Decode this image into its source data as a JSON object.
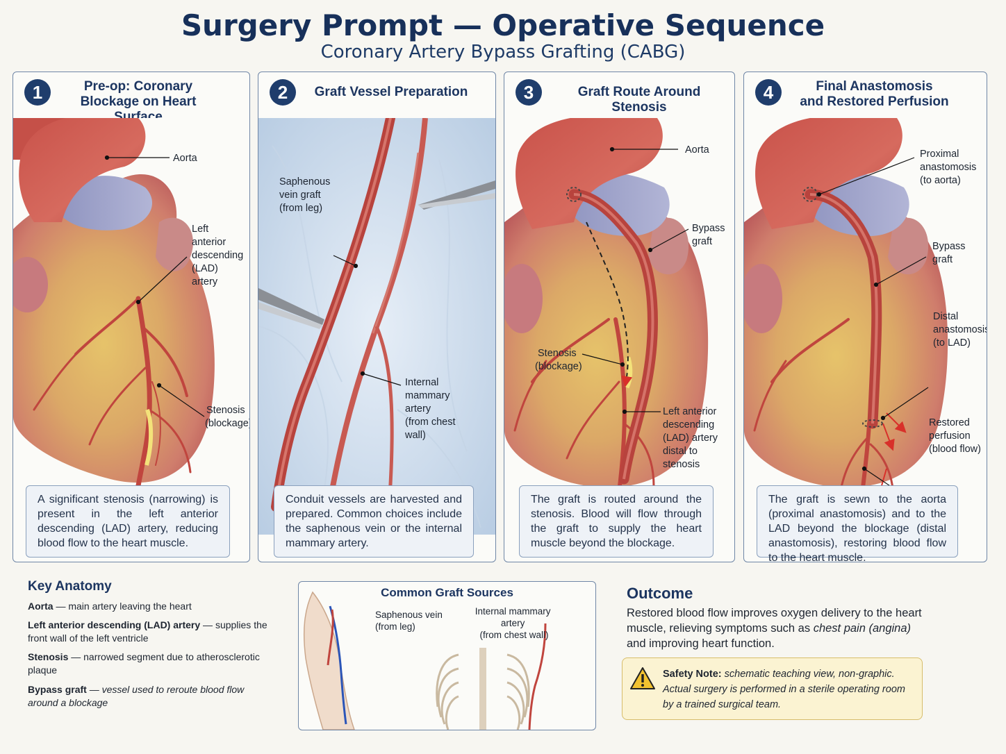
{
  "title": "Surgery Prompt — Operative Sequence",
  "subtitle": "Coronary Artery Bypass Grafting (CABG)",
  "panels": [
    {
      "number": "1",
      "title_line1": "Pre-op: Coronary",
      "title_line2": "Blockage on Heart Surface",
      "labels": {
        "aorta": "Aorta",
        "lad": [
          "Left",
          "anterior",
          "descending",
          "(LAD)",
          "artery"
        ],
        "stenosis": [
          "Stenosis",
          "(blockage)"
        ]
      },
      "caption": "A significant stenosis (narrowing) is present in the left anterior descending (LAD) artery, reducing blood flow to the heart muscle."
    },
    {
      "number": "2",
      "title_line1": "Graft Vessel Preparation",
      "title_line2": "",
      "labels": {
        "saphenous": [
          "Saphenous",
          "vein graft",
          "(from leg)"
        ],
        "mammary": [
          "Internal",
          "mammary",
          "artery",
          "(from chest",
          "wall)"
        ]
      },
      "caption": "Conduit vessels are harvested and prepared. Common choices include the saphenous vein or the internal mammary artery."
    },
    {
      "number": "3",
      "title_line1": "Graft Route Around Stenosis",
      "title_line2": "",
      "labels": {
        "aorta": "Aorta",
        "bypass": [
          "Bypass",
          "graft"
        ],
        "stenosis": [
          "Stenosis",
          "(blockage)"
        ],
        "lad": [
          "Left anterior",
          "descending",
          "(LAD) artery",
          "distal to",
          "stenosis"
        ]
      },
      "caption": "The graft is routed around the stenosis. Blood will flow through the graft to supply the heart muscle beyond the blockage."
    },
    {
      "number": "4",
      "title_line1": "Final Anastomosis",
      "title_line2": "and Restored Perfusion",
      "labels": {
        "proximal": [
          "Proximal",
          "anastomosis",
          "(to aorta)"
        ],
        "bypass": [
          "Bypass",
          "graft"
        ],
        "distal": [
          "Distal",
          "anastomosis",
          "(to LAD)"
        ],
        "restored": [
          "Restored",
          "perfusion",
          "(blood flow)"
        ]
      },
      "caption": "The graft is sewn to the aorta (proximal anastomosis) and to the LAD beyond the blockage (distal anastomosis), restoring blood flow to the heart muscle."
    }
  ],
  "key_anatomy": {
    "title": "Key Anatomy",
    "items": [
      {
        "term": "Aorta",
        "sep": " — ",
        "desc": "main artery leaving the heart"
      },
      {
        "term": "Left anterior descending (LAD) artery",
        "sep": " — ",
        "desc": "supplies the front wall of the left ventricle"
      },
      {
        "term": "Stenosis",
        "sep": " — ",
        "desc": "narrowed segment due to atherosclerotic plaque"
      },
      {
        "term": "Bypass graft",
        "sep": " — ",
        "desc": "vessel used to reroute blood flow around a blockage"
      }
    ]
  },
  "graft_sources": {
    "title": "Common Graft Sources",
    "saphenous": [
      "Saphenous vein",
      "(from leg)"
    ],
    "mammary": [
      "Internal mammary",
      "artery",
      "(from chest wall)"
    ]
  },
  "outcome": {
    "title": "Outcome",
    "text_before": "Restored blood flow improves oxygen delivery to the heart muscle, relieving symptoms such as ",
    "text_italic": "chest pain (angina)",
    "text_after": " and improving heart function."
  },
  "safety": {
    "label": "Safety Note:",
    "line1": " schematic teaching view, non-graphic.",
    "line2": "Actual surgery is performed in a sterile operating room by a trained surgical team."
  }
}
